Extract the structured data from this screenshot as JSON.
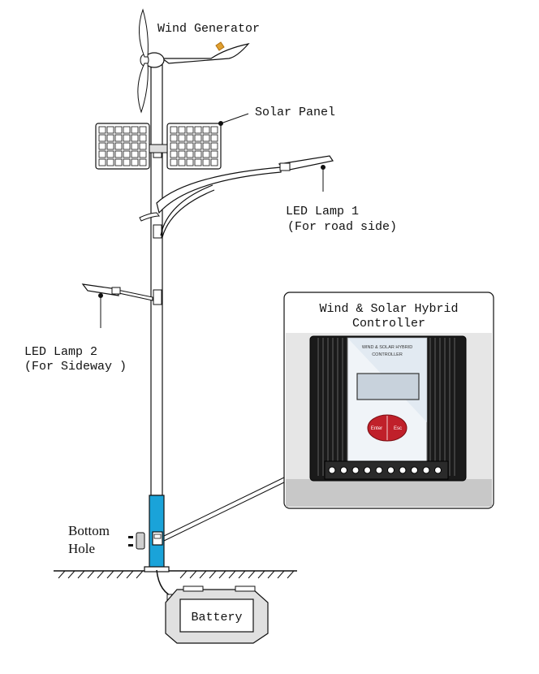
{
  "labels": {
    "wind_generator": "Wind Generator",
    "solar_panel": "Solar Panel",
    "led_lamp_1_line1": "LED Lamp 1",
    "led_lamp_1_line2": "(For road side)",
    "led_lamp_2_line1": "LED Lamp 2",
    "led_lamp_2_line2": "(For Sideway )",
    "controller_title_line1": "Wind & Solar Hybrid",
    "controller_title_line2": "Controller",
    "bottom_hole_line1": "Bottom",
    "bottom_hole_line2": "Hole",
    "battery": "Battery"
  },
  "controller_face": {
    "line1": "WIND & SOLAR HYBRID",
    "line2": "CONTROLLER",
    "enter_button": "Enter",
    "esc_button": "Esc"
  },
  "colors": {
    "pole_base": "#1aa3d9",
    "controller_button": "#c0202a"
  }
}
